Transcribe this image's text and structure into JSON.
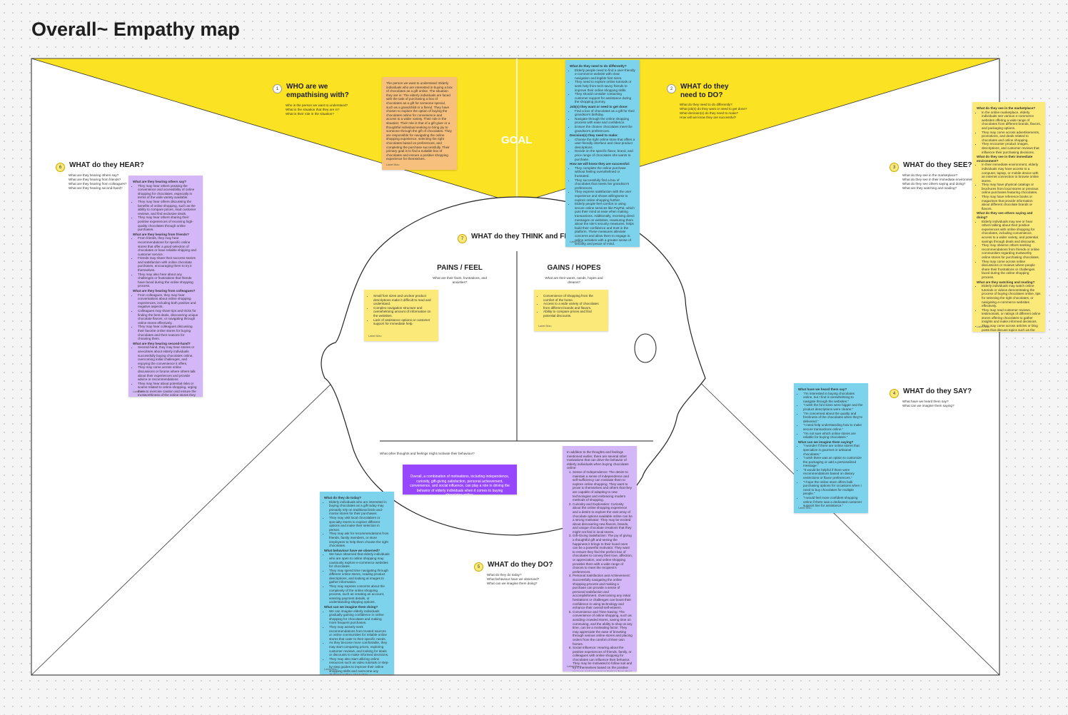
{
  "title": "Overall~ Empathy map",
  "goal": "GOAL",
  "colors": {
    "yellow": "#fbe97a",
    "blue": "#7dd3ec",
    "purple": "#d3b7f6",
    "orange": "#f7c07d",
    "violet": "#9747ff"
  },
  "sections": {
    "who": {
      "num": "1",
      "title": "WHO are we empathising with?",
      "questions": [
        "Who is the person we want to understand?",
        "What is the situation that they are in?",
        "What is their role in the situation?"
      ]
    },
    "do_goal": {
      "num": "2",
      "title": "WHAT do they need to DO?",
      "questions": [
        "What do they need to do differently?",
        "What job(s) do they want or need to get done?",
        "What decision(s) do they need to make?",
        "How will we know they are successful?"
      ]
    },
    "see": {
      "num": "3",
      "title": "WHAT do they SEE?",
      "questions": [
        "What do they see in the marketplace?",
        "What do they see in their immediate environment?",
        "What do they see others saying and doing?",
        "What are they watching and reading?"
      ]
    },
    "say": {
      "num": "4",
      "title": "WHAT do they SAY?",
      "questions": [
        "What have we heard them say?",
        "What can we imagine them saying?"
      ]
    },
    "do": {
      "num": "5",
      "title": "WHAT do they DO?",
      "questions": [
        "What do they do today?",
        "What behaviour have we observed?",
        "What can we imagine them doing?"
      ]
    },
    "hear": {
      "num": "6",
      "title": "WHAT do they HEAR?",
      "questions": [
        "What are they hearing others say?",
        "What are they hearing from friends?",
        "What are they hearing from colleagues?",
        "What are they hearing second-hand?"
      ]
    },
    "think": {
      "num": "7",
      "title": "WHAT do they THINK and FE"
    }
  },
  "pains": {
    "title": "PAINS / FEEL",
    "question": "What are their fears, frustrations, and anxieties?"
  },
  "gains": {
    "title": "GAINS / HOPES",
    "question": "What are their wants, needs, hopes and dreams?"
  },
  "other_q": "What other thoughts and feelings might motivate their behaviour?",
  "author": "Label Mzu",
  "notes": {
    "who": "The person we want to understand: Elderly individuals who are interested in buying a box of chocolates as a gift online. The situation they are in: The elderly individuals are faced with the task of purchasing a box of chocolates as a gift for someone special, such as a grandchild or a friend. They have chosen to explore the option of buying the chocolates online for convenience and access to a wider variety. Their role in the situation: Their role is that of a gift giver or a thoughtful individual seeking to bring joy to someone through the gift of chocolates. They are responsible for navigating the online shopping experience, selecting the right chocolates based on preferences, and completing the purchase successfully. Their primary goal is to find a suitable box of chocolates and ensure a positive shopping experience for themselves.",
    "goal_heads": [
      "What do they need to do differently?",
      "Job(s) they want or need to get done:",
      "Decision(s) they need to make:",
      "How we will know they are successful:"
    ],
    "goal_lists": [
      [
        "Elderly people need to find a user-friendly e-commerce website with clear navigation and legible font sizes.",
        "They need to explore online tutorials or seek help from tech-savvy friends to improve their online shopping skills.",
        "They should consider contacting customer support for assistance during the shopping journey."
      ],
      [
        "Find a box of chocolates as a gift for their grandson's birthday.",
        "Navigate through the online shopping process with ease and confidence.",
        "Ensure the chosen chocolates meet the grandson's preferences."
      ],
      [
        "Choose the right online store that offers a user-friendly interface and clear product descriptions.",
        "Decide on the specific flavor, brand, and price range of chocolates she wants to purchase."
      ],
      [
        "They complete the online purchase without feeling overwhelmed or frustrated.",
        "They successfully find a box of chocolates that meets her grandson's preferences.",
        "They express satisfaction with the user experience and shows willingness to explore online shopping further.",
        "Elderly people feel comfort in using secure online services like PayPal, which puts their mind at ease when making transactions. Additionally, receiving direct messages on websites, reassuring them about the site's security measures, helps build their confidence and trust in the platform. These measures alleviate concerns and allow them to engage in online activities with a greater sense of security and peace of mind."
      ]
    ],
    "see_heads": [
      "What do they see in the marketplace?",
      "What do they see in their immediate environment?",
      "What do they see others saying and doing?",
      "What are they watching and reading?"
    ],
    "see_lists": [
      [
        "In the online marketplace, elderly individuals see various e-commerce websites offering a wide range of chocolates from different brands, flavors, and packaging options.",
        "They may come across advertisements, promotions, and deals related to chocolates and online shopping.",
        "They encounter product images, descriptions, and customer reviews that influence their purchasing decisions."
      ],
      [
        "In their immediate environment, elderly individuals may have access to a computer, laptop, or mobile device with an internet connection to browse online stores.",
        "They may have physical catalogs or brochures from local stores or previous online purchases featuring chocolates.",
        "They may have reference books or magazines that provide information about different chocolate brands or flavors."
      ],
      [
        "Elderly individuals may see or hear others talking about their positive experiences with online shopping for chocolates, including convenience, access to a wider variety, and potential savings through deals and discounts.",
        "They may observe others seeking recommendations from friends or online communities regarding trustworthy online stores for purchasing chocolates.",
        "They may come across online discussions or reviews where people share their frustrations or challenges faced during the online shopping process."
      ],
      [
        "Elderly individuals may watch online tutorials or videos demonstrating the process of buying chocolates online, tips for selecting the right chocolates, or navigating e-commerce websites effectively.",
        "They may read customer reviews, testimonials, or ratings of different online stores offering chocolates to gather insights and make informed decisions.",
        "They may come across articles or blog posts that discuss topics such as the benefits of online shopping for chocolates, popular chocolate brands, or trends in the chocolate industry."
      ]
    ],
    "hear_heads": [
      "What are they hearing others say?",
      "What are they hearing from friends?",
      "What are they hearing from colleagues?",
      "What are they hearing second-hand?"
    ],
    "hear_lists": [
      [
        "They may hear others praising the convenience and accessibility of online shopping for chocolates, especially in terms of the wide variety available.",
        "They may hear others discussing the benefits of online shopping, such as the ability to compare prices, read customer reviews, and find exclusive deals.",
        "They may hear others sharing their positive experiences of receiving high-quality chocolates through online purchases."
      ],
      [
        "From friends, they may hear recommendations for specific online stores that offer a good selection of chocolates or have reliable shipping and customer service.",
        "Friends may share their success stories and satisfaction with online chocolate purchases, encouraging them to try it themselves.",
        "They may also hear about any challenges or frustrations that friends have faced during the online shopping process."
      ],
      [
        "From colleagues, they may hear conversations about online shopping experiences, including both positive and negative aspects.",
        "Colleagues may share tips and tricks for finding the best deals, discovering unique chocolate flavors, or navigating through online stores effectively.",
        "They may hear colleagues discussing their favorite online stores for buying chocolates and their reasons for choosing them."
      ],
      [
        "Second-hand, they may hear stories or anecdotes about elderly individuals successfully buying chocolates online, overcoming initial challenges, and enjoying the convenience it offers.",
        "They may come across online discussions or forums where others talk about their experiences and provide advice or recommendations.",
        "They may hear about potential risks or scams related to online shopping, urging them to exercise caution and ensure the trustworthiness of the online stores they choose."
      ]
    ],
    "say_heads": [
      "What have we heard them say?",
      "What can we imagine them saying?"
    ],
    "say_lists": [
      [
        "\"I'm interested in buying chocolates online, but I find it overwhelming to navigate through the websites.\"",
        "\"I wish the font sizes were bigger and the product descriptions were clearer.\"",
        "\"I'm concerned about the quality and freshness of the chocolates when they're delivered.\"",
        "\"I need help understanding how to make secure transactions online.\"",
        "\"I'm not sure which online stores are reliable for buying chocolates.\""
      ],
      [
        "\"I wonder if there are online stores that specialize in gourmet or artisanal chocolates.\"",
        "\"I wish there was an option to customize the packaging or add a personalized message.\"",
        "\"It would be helpful if there were recommendations based on dietary restrictions or flavor preferences.\"",
        "\"I hope the online store offers bulk purchasing options for occasions when I need to buy chocolates for multiple people.\"",
        "\"I would feel more confident shopping online if there was a dedicated customer support line for assistance.\""
      ]
    ],
    "pains_list": [
      "Small font sizes and unclear product descriptions make it difficult to read and understand.",
      "Complex navigation structure and overwhelming amount of information on the websites.",
      "Lack of assistance options or customer support for immediate help."
    ],
    "gains_list": [
      "Convenience of shopping from the comfort of the home.",
      "Access to a wide variety of chocolates from different brands and flavors.",
      "Ability to compare prices and find potential discounts."
    ],
    "motivation": "Overall, a combination of motivations, including independence, curiosity, gift-giving satisfaction, personal achievement, convenience, and social influence, can play a role in driving the behavior of elderly individuals when it comes to buying chocolates online.",
    "motivation_intro": "In addition to the thoughts and feelings mentioned earlier, there are several other motivations that can drive the behavior of elderly individuals when buying chocolates online:",
    "motivation_list": [
      "Sense of Independence: The desire to maintain a sense of independence and self-sufficiency can motivate them to explore online shopping. They want to prove to themselves and others that they are capable of adapting to new technologies and embracing modern methods of shopping.",
      "Curiosity and Exploration: Curiosity about the online shopping experience and a desire to explore the vast array of chocolate options available online can be a strong motivator. They may be excited about discovering new flavors, brands, and unique chocolate creations that they might not find in local stores.",
      "Gift-Giving Satisfaction: The joy of giving a thoughtful gift and seeing the happiness it brings to their loved ones can be a powerful motivator. They want to ensure they find the perfect box of chocolates to convey their love, affection, or appreciation, and online shopping provides them with a wide range of choices to meet the recipient's preferences.",
      "Personal Satisfaction and Achievement: Successfully navigating the online shopping process and making a purchase can provide a sense of personal satisfaction and accomplishment. Overcoming any initial hesitations or challenges can boost their confidence in using technology and enhance their overall self-esteem.",
      "Convenience and Time-Saving: The convenience of online shopping, such as avoiding crowded stores, saving time on commuting, and the ability to shop at any time, can be a motivating factor. They may appreciate the ease of browsing through various online stores and placing orders from the comfort of their own homes.",
      "Social Influence: Hearing about the positive experiences of friends, family, or colleagues with online shopping for chocolates can influence their behavior. They may be motivated to follow suit and try it themselves based on the positive reviews and recommendations from their social circle."
    ],
    "do_heads": [
      "What do they do today?",
      "What behaviour have we observed?",
      "What can we imagine them doing?"
    ],
    "do_lists": [
      [
        "Elderly individuals who are interested in buying chocolates as a gift today may primarily rely on traditional brick-and-mortar stores for their purchases.",
        "They may visit local chocolatiers or specialty stores to explore different options and make their selection in person.",
        "They may ask for recommendations from friends, family members, or store employees to help them choose the right chocolates."
      ],
      [
        "We have observed that elderly individuals who are open to online shopping may cautiously explore e-commerce websites for chocolates.",
        "They may spend time navigating through different online stores, reading product descriptions, and looking at images to gather information.",
        "They may express concerns about the complexity of the online shopping process, such as creating an account, entering payment details, or understanding shipping options."
      ],
      [
        "We can imagine elderly individuals gradually gaining confidence in online shopping for chocolates and making more frequent purchases.",
        "They may actively seek recommendations from trusted sources or online communities for reliable online stores that cater to their specific needs.",
        "As they become more comfortable, they may start comparing prices, exploring customer reviews, and looking for deals or discounts to make informed decisions.",
        "They may also start utilizing online resources such as video tutorials or step-by-step guides to improve their online shopping skills and overcome any challenges they encounter."
      ]
    ]
  }
}
